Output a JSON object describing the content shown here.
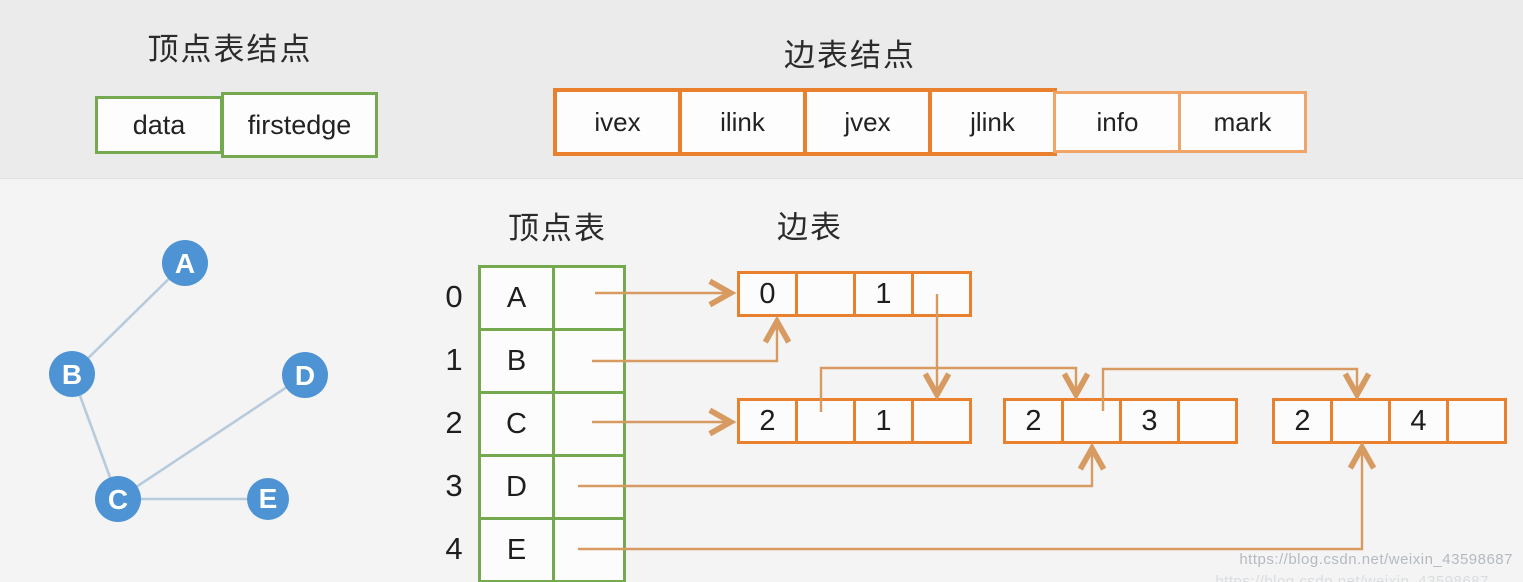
{
  "titles": {
    "vertex_node": "顶点表结点",
    "edge_node": "边表结点",
    "vertex_table": "顶点表",
    "edge_table": "边表"
  },
  "vertex_node_fields": [
    "data",
    "firstedge"
  ],
  "edge_node_fields": [
    "ivex",
    "ilink",
    "jvex",
    "jlink",
    "info",
    "mark"
  ],
  "graph": {
    "nodes": [
      {
        "label": "A"
      },
      {
        "label": "B"
      },
      {
        "label": "C"
      },
      {
        "label": "D"
      },
      {
        "label": "E"
      }
    ],
    "edges": [
      "A-B",
      "B-C",
      "C-D",
      "C-E"
    ]
  },
  "vertex_table": {
    "rows": [
      {
        "index": "0",
        "data": "A"
      },
      {
        "index": "1",
        "data": "B"
      },
      {
        "index": "2",
        "data": "C"
      },
      {
        "index": "3",
        "data": "D"
      },
      {
        "index": "4",
        "data": "E"
      }
    ]
  },
  "edge_list": {
    "nodes": [
      {
        "cells": [
          "0",
          "",
          "1",
          ""
        ]
      },
      {
        "cells": [
          "2",
          "",
          "1",
          ""
        ]
      },
      {
        "cells": [
          "2",
          "",
          "3",
          ""
        ]
      },
      {
        "cells": [
          "2",
          "",
          "4",
          ""
        ]
      }
    ]
  },
  "watermark": "https://blog.csdn.net/weixin_43598687",
  "colors": {
    "green": "#74a950",
    "orange": "#e8802d",
    "orange-light": "#f0a468",
    "arrow": "#d79b62",
    "blue": "#4e93d3",
    "graph-edge": "#b7cbdd"
  }
}
